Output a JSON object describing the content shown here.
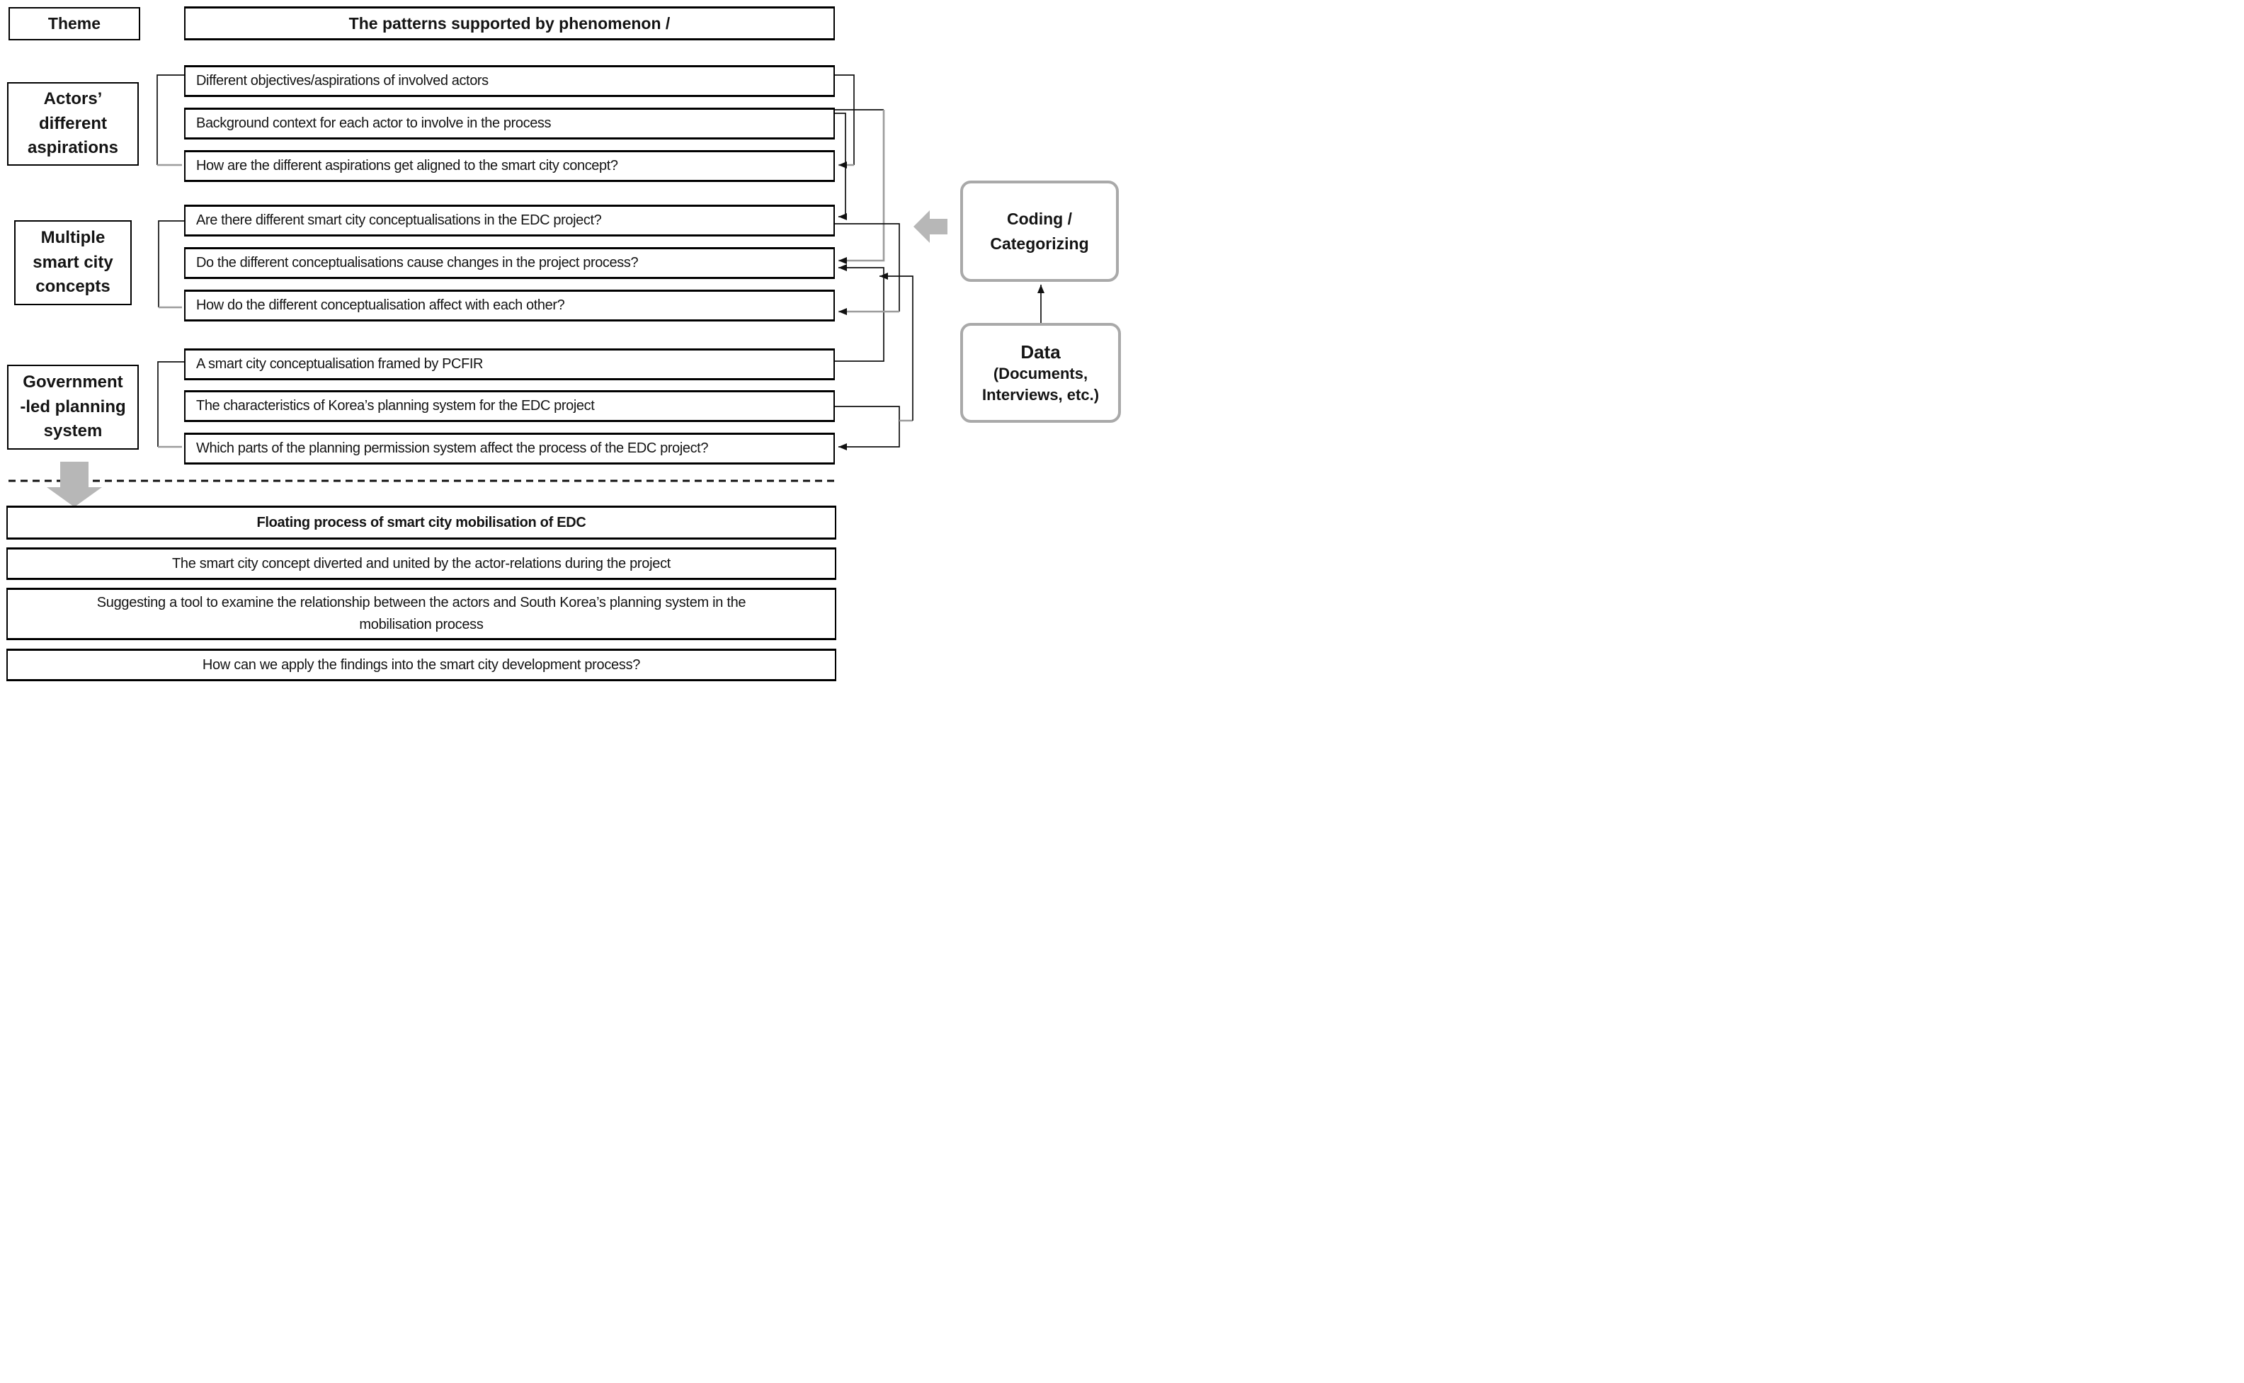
{
  "title_row": {
    "theme": "Theme",
    "patterns": "The patterns supported by phenomenon /"
  },
  "themes": [
    {
      "label": "Actors’\ndifferent\naspirations",
      "patterns": [
        "Different objectives/aspirations of involved actors",
        "Background context for each actor to involve in the process",
        "How are the different aspirations get aligned to the smart city concept?"
      ]
    },
    {
      "label": "Multiple\nsmart city\nconcepts",
      "patterns": [
        "Are there different smart city conceptualisations in the EDC project?",
        "Do the different conceptualisations cause changes in the project process?",
        "How do the different conceptualisation affect with each other?"
      ]
    },
    {
      "label": "Government\n-led planning\nsystem",
      "patterns": [
        "A smart city conceptualisation framed by PCFIR",
        "The characteristics of Korea’s planning system for the EDC project",
        "Which parts of the planning permission system affect the process of the EDC project?"
      ]
    }
  ],
  "right_panel": {
    "coding_label": "Coding /\nCategorizing",
    "data_title": "Data",
    "data_subtitle": "(Documents,\nInterviews, etc.)"
  },
  "bottom": {
    "title": "Floating process of smart city mobilisation of EDC",
    "items": [
      "The smart city concept diverted and united by the actor-relations during the project",
      "Suggesting a tool to examine the relationship between the actors and South Korea’s planning system in the mobilisation process",
      "How can we apply the findings into the smart city development process?"
    ]
  },
  "icons": {
    "coding_to_patterns": "left-block-arrow",
    "themes_to_findings": "down-block-arrow",
    "data_to_coding": "up-arrow"
  },
  "colors": {
    "box_border": "#000000",
    "gray_connector": "#9c9c9c",
    "block_arrow_fill": "#b7b7b7",
    "rounded_border": "#a9a9a9",
    "text": "#141414",
    "background": "#ffffff"
  }
}
